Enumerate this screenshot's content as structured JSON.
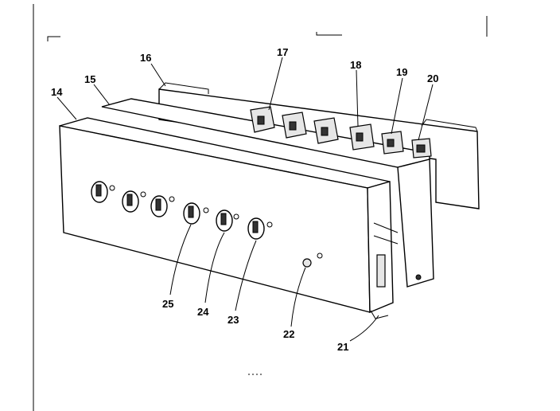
{
  "labels": {
    "l14": "14",
    "l15": "15",
    "l16": "16",
    "l17": "17",
    "l18": "18",
    "l19": "19",
    "l20": "20",
    "l21": "21",
    "l22": "22",
    "l23": "23",
    "l24": "24",
    "l25": "25"
  }
}
